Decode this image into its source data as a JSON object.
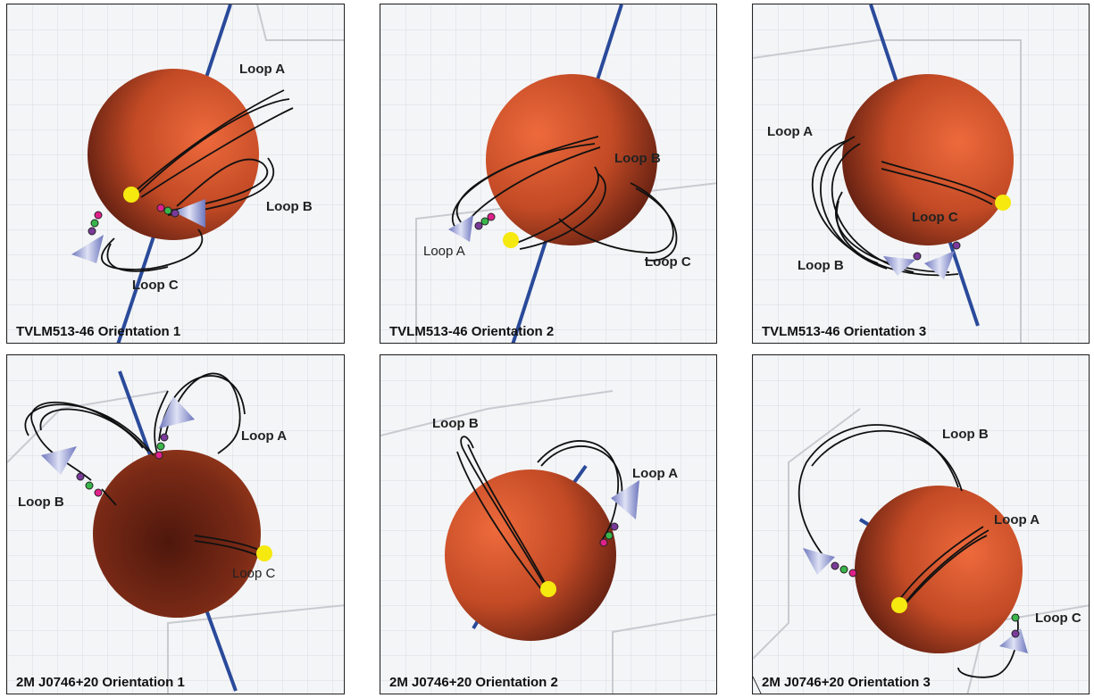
{
  "colors": {
    "sphere_light": "#e8653a",
    "sphere_dark": "#5a1c10",
    "axis": "#2a4a9a",
    "footpoint": "#f5e90f",
    "bead_pink": "#e0208a",
    "bead_green": "#39b54a",
    "bead_purple": "#7a3a9a",
    "cone": "#7d86c8",
    "loop": "#111111",
    "grid": "#d6d8dd"
  },
  "panels": [
    {
      "caption": "TVLM513-46  Orientation 1",
      "labels": [
        {
          "text": "Loop A"
        },
        {
          "text": "Loop B"
        },
        {
          "text": "Loop C"
        }
      ]
    },
    {
      "caption": "TVLM513-46  Orientation 2",
      "labels": [
        {
          "text": "Loop B"
        },
        {
          "text": "Loop A"
        },
        {
          "text": "Loop C"
        }
      ]
    },
    {
      "caption": "TVLM513-46  Orientation 3",
      "labels": [
        {
          "text": "Loop A"
        },
        {
          "text": "Loop C"
        },
        {
          "text": "Loop B"
        }
      ]
    },
    {
      "caption": "2M J0746+20  Orientation 1",
      "labels": [
        {
          "text": "Loop A"
        },
        {
          "text": "Loop B"
        },
        {
          "text": "Loop C"
        }
      ]
    },
    {
      "caption": "2M J0746+20  Orientation 2",
      "labels": [
        {
          "text": "Loop B"
        },
        {
          "text": "Loop A"
        }
      ]
    },
    {
      "caption": "2M J0746+20  Orientation 3",
      "labels": [
        {
          "text": "Loop B"
        },
        {
          "text": "Loop A"
        },
        {
          "text": "Loop C"
        }
      ]
    }
  ]
}
